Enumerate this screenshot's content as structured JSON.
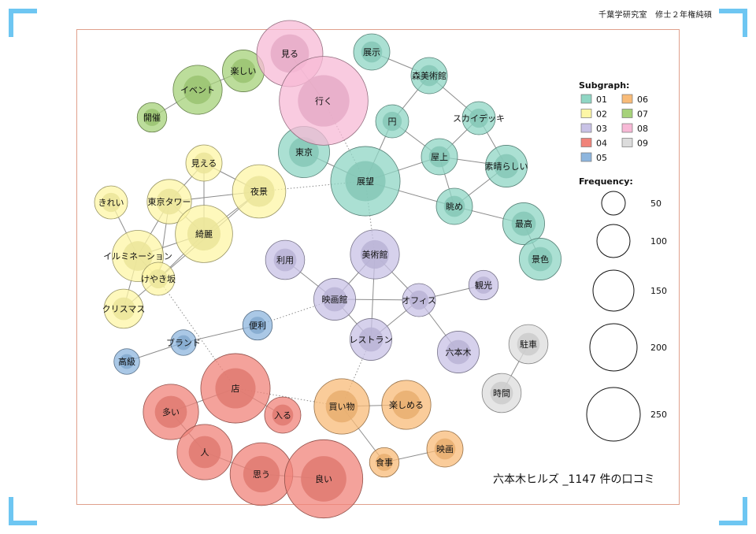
{
  "header": {
    "text": "千葉学研究室　修士２年権純碩"
  },
  "caption": "六本木ヒルズ _1147 件の口コミ",
  "legend": {
    "subgraph_title": "Subgraph:",
    "frequency_title": "Frequency:",
    "subgraphs": [
      {
        "id": "01",
        "color": "#8fd6c4"
      },
      {
        "id": "02",
        "color": "#fdf6a6"
      },
      {
        "id": "03",
        "color": "#c8c2e6"
      },
      {
        "id": "04",
        "color": "#f0837a"
      },
      {
        "id": "05",
        "color": "#8eb6de"
      },
      {
        "id": "06",
        "color": "#f8bb78"
      },
      {
        "id": "07",
        "color": "#a6d27a"
      },
      {
        "id": "08",
        "color": "#f7b9d6"
      },
      {
        "id": "09",
        "color": "#dcdcdc"
      }
    ],
    "frequencies": [
      "50",
      "100",
      "150",
      "200",
      "250"
    ]
  },
  "chart_data": {
    "type": "network",
    "nodes": [
      {
        "label": "展示",
        "group": "01",
        "freq": 30
      },
      {
        "label": "森美術館",
        "group": "01",
        "freq": 30
      },
      {
        "label": "円",
        "group": "01",
        "freq": 25
      },
      {
        "label": "スカイデッキ",
        "group": "01",
        "freq": 25
      },
      {
        "label": "東京",
        "group": "01",
        "freq": 60
      },
      {
        "label": "屋上",
        "group": "01",
        "freq": 30
      },
      {
        "label": "素晴らしい",
        "group": "01",
        "freq": 40
      },
      {
        "label": "展望",
        "group": "01",
        "freq": 110
      },
      {
        "label": "眺め",
        "group": "01",
        "freq": 30
      },
      {
        "label": "最高",
        "group": "01",
        "freq": 40
      },
      {
        "label": "景色",
        "group": "01",
        "freq": 40
      },
      {
        "label": "見える",
        "group": "02",
        "freq": 30
      },
      {
        "label": "きれい",
        "group": "02",
        "freq": 25
      },
      {
        "label": "東京タワー",
        "group": "02",
        "freq": 45
      },
      {
        "label": "夜景",
        "group": "02",
        "freq": 65
      },
      {
        "label": "綺麗",
        "group": "02",
        "freq": 75
      },
      {
        "label": "イルミネーション",
        "group": "02",
        "freq": 60
      },
      {
        "label": "けやき坂",
        "group": "02",
        "freq": 25
      },
      {
        "label": "クリスマス",
        "group": "02",
        "freq": 35
      },
      {
        "label": "利用",
        "group": "03",
        "freq": 35
      },
      {
        "label": "美術館",
        "group": "03",
        "freq": 55
      },
      {
        "label": "映画館",
        "group": "03",
        "freq": 40
      },
      {
        "label": "オフィス",
        "group": "03",
        "freq": 25
      },
      {
        "label": "観光",
        "group": "03",
        "freq": 20
      },
      {
        "label": "レストラン",
        "group": "03",
        "freq": 40
      },
      {
        "label": "六本木",
        "group": "03",
        "freq": 40
      },
      {
        "label": "店",
        "group": "04",
        "freq": 110
      },
      {
        "label": "多い",
        "group": "04",
        "freq": 70
      },
      {
        "label": "入る",
        "group": "04",
        "freq": 30
      },
      {
        "label": "人",
        "group": "04",
        "freq": 70
      },
      {
        "label": "思う",
        "group": "04",
        "freq": 90
      },
      {
        "label": "良い",
        "group": "04",
        "freq": 140
      },
      {
        "label": "便利",
        "group": "05",
        "freq": 20
      },
      {
        "label": "ブランド",
        "group": "05",
        "freq": 15
      },
      {
        "label": "高級",
        "group": "05",
        "freq": 15
      },
      {
        "label": "買い物",
        "group": "06",
        "freq": 70
      },
      {
        "label": "楽しめる",
        "group": "06",
        "freq": 55
      },
      {
        "label": "食事",
        "group": "06",
        "freq": 20
      },
      {
        "label": "映画",
        "group": "06",
        "freq": 30
      },
      {
        "label": "楽しい",
        "group": "07",
        "freq": 40
      },
      {
        "label": "イベント",
        "group": "07",
        "freq": 55
      },
      {
        "label": "開催",
        "group": "07",
        "freq": 20
      },
      {
        "label": "見る",
        "group": "08",
        "freq": 100
      },
      {
        "label": "行く",
        "group": "08",
        "freq": 180
      },
      {
        "label": "駐車",
        "group": "09",
        "freq": 35
      },
      {
        "label": "時間",
        "group": "09",
        "freq": 35
      }
    ],
    "edges": [
      [
        "展示",
        "森美術館"
      ],
      [
        "森美術館",
        "円"
      ],
      [
        "森美術館",
        "スカイデッキ"
      ],
      [
        "円",
        "屋上"
      ],
      [
        "円",
        "展望"
      ],
      [
        "スカイデッキ",
        "屋上"
      ],
      [
        "スカイデッキ",
        "素晴らしい"
      ],
      [
        "屋上",
        "素晴らしい"
      ],
      [
        "屋上",
        "展望"
      ],
      [
        "屋上",
        "眺め"
      ],
      [
        "素晴らしい",
        "眺め"
      ],
      [
        "東京",
        "展望"
      ],
      [
        "展望",
        "眺め"
      ],
      [
        "眺め",
        "最高"
      ],
      [
        "最高",
        "景色"
      ],
      [
        "見える",
        "東京タワー"
      ],
      [
        "見える",
        "夜景"
      ],
      [
        "見える",
        "綺麗"
      ],
      [
        "東京タワー",
        "夜景"
      ],
      [
        "東京タワー",
        "綺麗"
      ],
      [
        "東京タワー",
        "イルミネーション"
      ],
      [
        "東京タワー",
        "けやき坂"
      ],
      [
        "夜景",
        "綺麗"
      ],
      [
        "夜景",
        "けやき坂"
      ],
      [
        "きれい",
        "イルミネーション"
      ],
      [
        "綺麗",
        "イルミネーション"
      ],
      [
        "綺麗",
        "けやき坂"
      ],
      [
        "イルミネーション",
        "けやき坂"
      ],
      [
        "イルミネーション",
        "クリスマス"
      ],
      [
        "けやき坂",
        "クリスマス"
      ],
      [
        "利用",
        "映画館"
      ],
      [
        "美術館",
        "映画館"
      ],
      [
        "美術館",
        "オフィス"
      ],
      [
        "美術館",
        "レストラン"
      ],
      [
        "映画館",
        "オフィス"
      ],
      [
        "映画館",
        "レストラン"
      ],
      [
        "オフィス",
        "観光"
      ],
      [
        "オフィス",
        "六本木"
      ],
      [
        "オフィス",
        "レストラン"
      ],
      [
        "店",
        "多い"
      ],
      [
        "店",
        "入る"
      ],
      [
        "多い",
        "人"
      ],
      [
        "人",
        "思う"
      ],
      [
        "思う",
        "良い"
      ],
      [
        "便利",
        "ブランド"
      ],
      [
        "ブランド",
        "高級"
      ],
      [
        "買い物",
        "楽しめる"
      ],
      [
        "買い物",
        "食事"
      ],
      [
        "食事",
        "映画"
      ],
      [
        "楽しい",
        "イベント"
      ],
      [
        "イベント",
        "開催"
      ],
      [
        "見る",
        "行く"
      ],
      [
        "駐車",
        "時間"
      ]
    ],
    "weak_edges": [
      [
        "行く",
        "展望"
      ],
      [
        "夜景",
        "展望"
      ],
      [
        "展望",
        "美術館"
      ],
      [
        "映画館",
        "便利"
      ],
      [
        "けやき坂",
        "店"
      ],
      [
        "店",
        "買い物"
      ],
      [
        "レストラン",
        "買い物"
      ]
    ]
  }
}
